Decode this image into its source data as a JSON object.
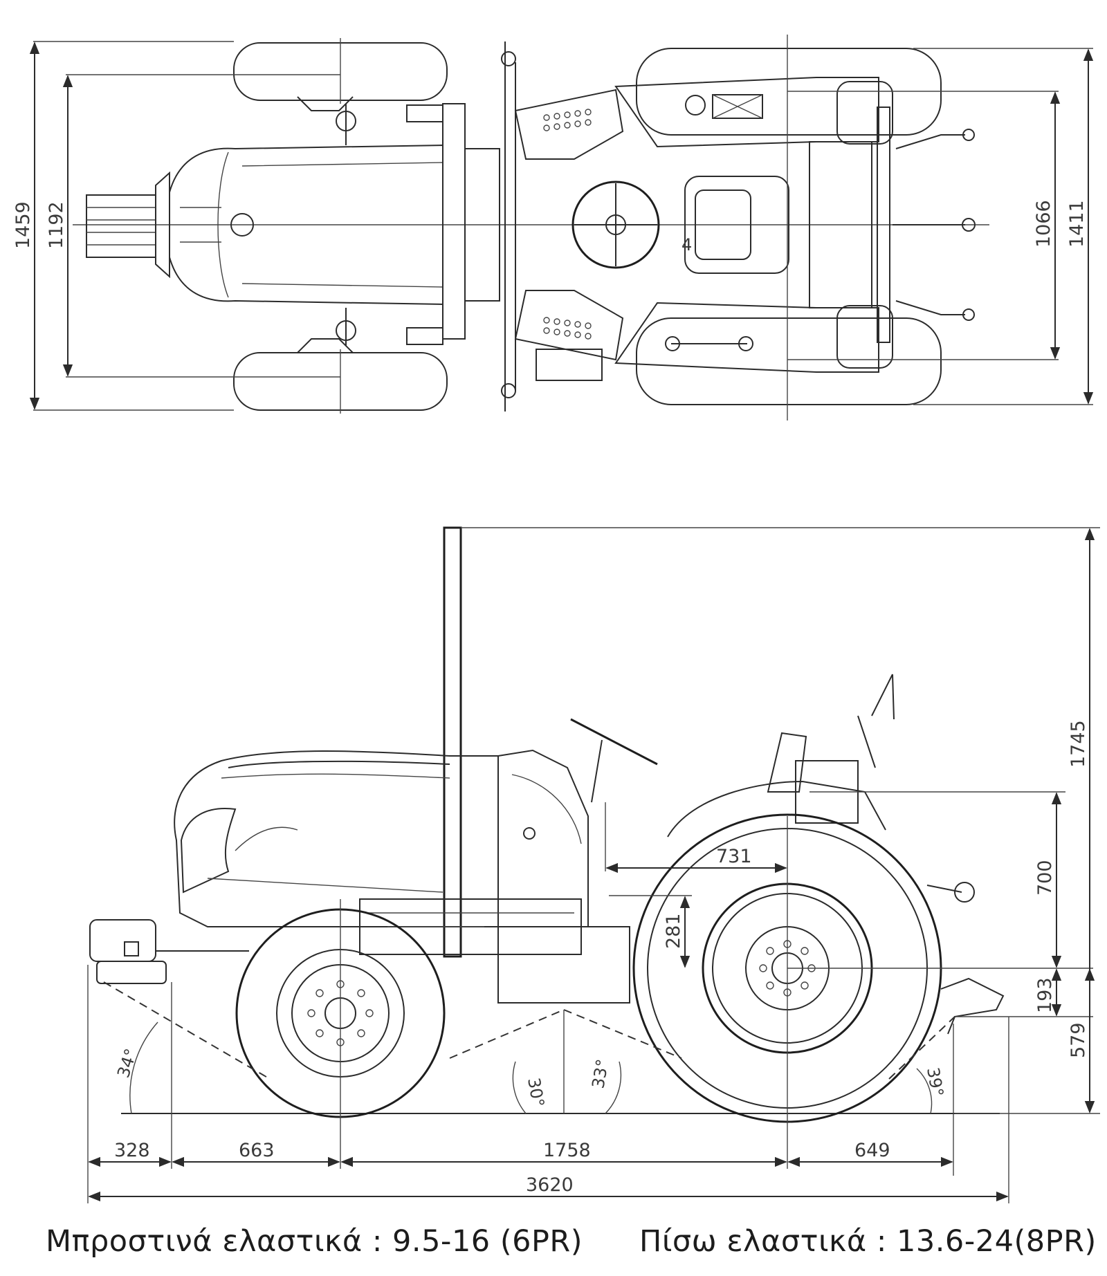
{
  "top_view": {
    "dimensions": {
      "overall_width_front": "1459",
      "front_track": "1192",
      "rear_track": "1066",
      "overall_width_rear": "1411"
    }
  },
  "side_view": {
    "dimensions": {
      "overall_height": "1745",
      "seat_height_above_axle": "700",
      "steering_to_axle": "731",
      "axle_offset": "281",
      "hitch_drop": "193",
      "rear_axle_height": "579",
      "front_overhang": "328",
      "front_axle_offset": "663",
      "wheelbase": "1758",
      "rear_overhang": "649",
      "overall_length": "3620"
    },
    "angles": {
      "front_approach": "34°",
      "mid_front": "30°",
      "mid_rear": "33°",
      "rear_departure": "39°"
    }
  },
  "captions": {
    "front_tires": "Μπροστινά ελαστικά : 9.5-16 (6PR)",
    "rear_tires": "Πίσω ελαστικά : 13.6-24(8PR)"
  }
}
